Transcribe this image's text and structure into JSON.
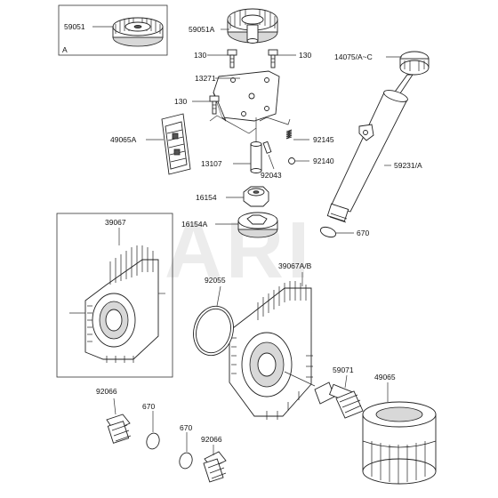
{
  "watermark": "ARI",
  "inset_box_label": "A",
  "callouts": {
    "gear_a": "59051",
    "gear_main": "59051A",
    "bolt_left": "130",
    "bolt_right": "130",
    "bolt_plate": "130",
    "plate": "13271",
    "dipstick": "14075/A~C",
    "strainer": "49065A",
    "spring": "92145",
    "ball": "92140",
    "shaft": "13107",
    "pin": "92043",
    "inner_rotor": "16154",
    "outer_rotor": "16154A",
    "dipstick_tube": "59231/A",
    "oring_tube": "670",
    "cooler_left": "39067",
    "cooler_right": "39067A/B",
    "gasket": "92055",
    "fitting": "59071",
    "filter": "49065",
    "plug_left": "92066",
    "oring_left": "670",
    "oring_bottom": "670",
    "plug_bottom": "92066"
  }
}
